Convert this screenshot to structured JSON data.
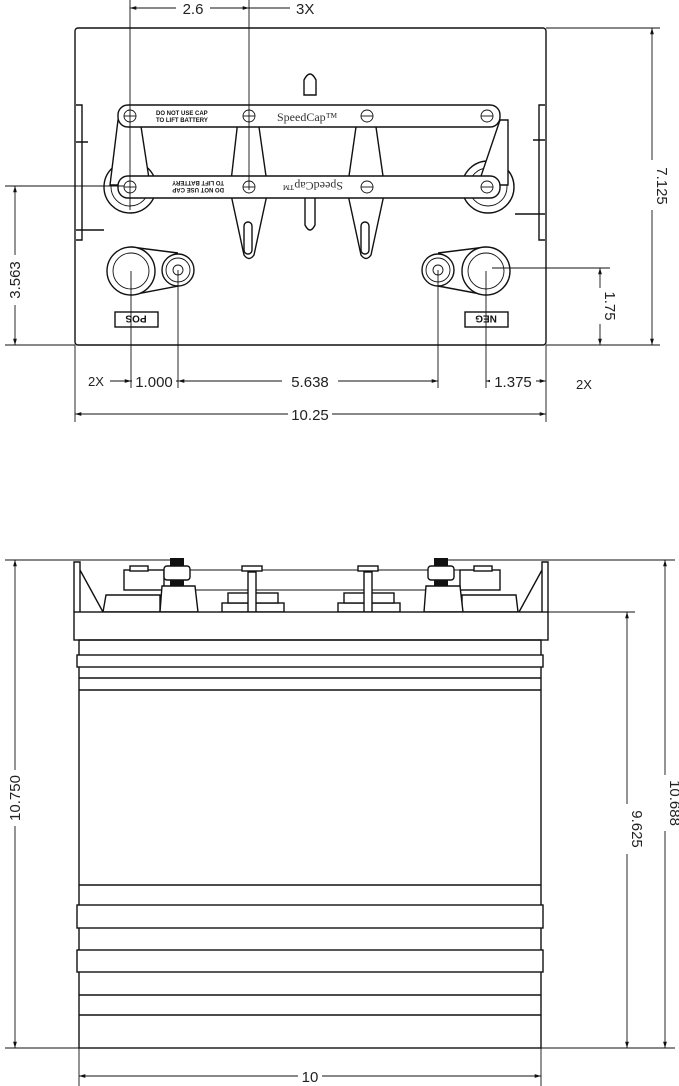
{
  "top_view": {
    "dims": {
      "terminal_spacing": "2.6",
      "terminal_spacing_count": "3X",
      "height": "7.125",
      "post_offset_left": "3.563",
      "post_offset_right": "1.75",
      "post_pos_to_nut": "1.000",
      "nut_spacing": "5.638",
      "post_neg_to_edge": "1.375",
      "count_left": "2X",
      "count_right": "2X",
      "width": "10.25"
    },
    "cap_warning_line1": "DO NOT USE CAP",
    "cap_warning_line2": "TO LIFT BATTERY",
    "brand": "SpeedCap™",
    "pos_label": "POS",
    "neg_label": "NEG"
  },
  "side_view": {
    "dims": {
      "total_height": "10.750",
      "case_height": "9.625",
      "height_to_terminal": "10.688",
      "width": "10"
    }
  }
}
